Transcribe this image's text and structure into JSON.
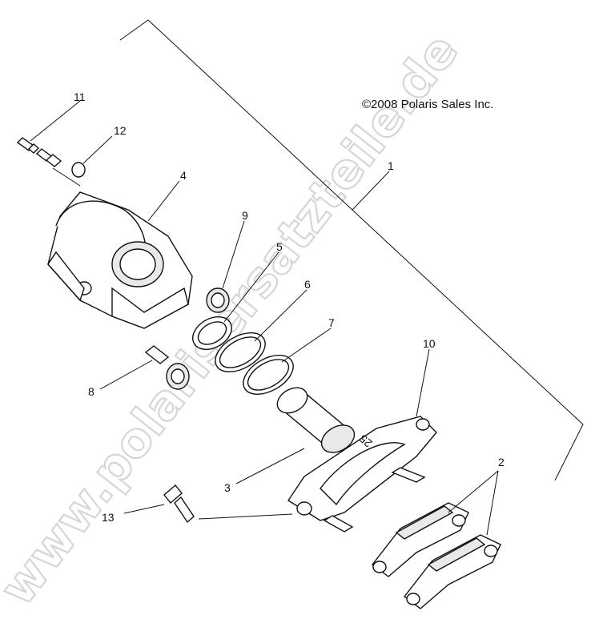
{
  "copyright": "©2008 Polaris Sales Inc.",
  "watermark": "www.polarisersatzteile.de",
  "callouts": [
    "1",
    "2",
    "3",
    "4",
    "5",
    "6",
    "7",
    "8",
    "9",
    "10",
    "11",
    "12",
    "13"
  ],
  "engraving": "25"
}
